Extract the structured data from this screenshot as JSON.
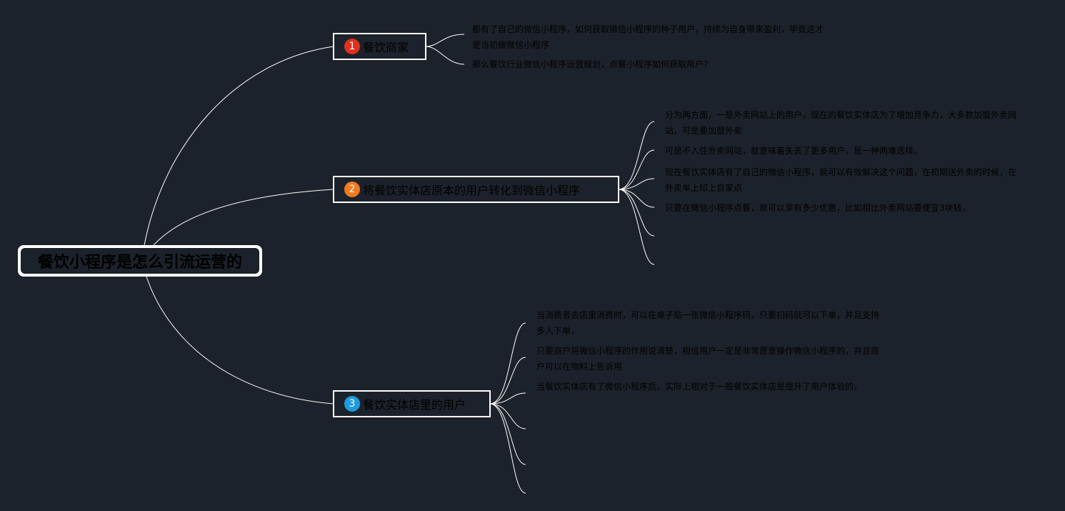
{
  "root": {
    "label": "餐饮小程序是怎么引流运营的"
  },
  "colors": {
    "background": "#1c222b",
    "line": "#ffffff",
    "badge1": "#e0301e",
    "badge2": "#f07a1e",
    "badge3": "#1e9be0"
  },
  "branches": [
    {
      "badge": "1",
      "label": "餐饮商家",
      "leaves": [
        "都有了自己的微信小程序，如何获取微信小程序的种子用户，持续为自身带来盈利，毕竟这才是当初做微信小程序",
        "那么餐饮行业微信小程序运营规划，点餐小程序如何获取用户?"
      ]
    },
    {
      "badge": "2",
      "label": "将餐饮实体店原本的用户转化到微信小程序",
      "leaves": [
        "分为两方面，一是外卖网站上的用户，现在的餐饮实体店为了增加竞争力，大多数加盟外卖网站，可是要加盟外卖",
        "可是不入住外卖网站，就意味着失去了更多用户，是一种两难选择。",
        "现在餐饮实体店有了自己的微信小程序，就可以有效解决这个问题，在初期送外卖的时候，在外卖单上印上自家点",
        "只要在微信小程序点餐，就可以享有多少优惠，比如相比外卖网站要便宜3块钱，"
      ]
    },
    {
      "badge": "3",
      "label": "餐饮实体店里的用户",
      "leaves": [
        "当消费者去店里消费时，可以在桌子贴一张微信小程序码，只要扫码就可以下单，并且支持多人下单，",
        "只要商户将微信小程序的作用说清楚，相信用户一定是非常愿意操作微信小程序的，并且商户可以在物料上告诉用",
        "当餐饮实体店有了微信小程序后，实际上相对于一般餐饮实体店是提升了用户体验的，"
      ]
    }
  ]
}
